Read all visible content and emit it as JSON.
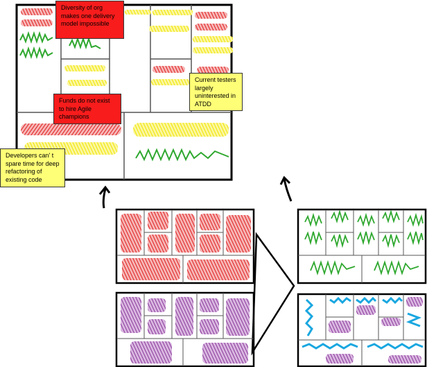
{
  "notes": {
    "diversity": "Diversity of org makes one delivery model impossible",
    "funds": "Funds do not exist to hire Agile champions",
    "testers": "Current testers largely uninterested in ATDD",
    "developers": "Developers can' t spare time for deep refactoring of existing code"
  },
  "colors": {
    "red": "#e02020",
    "yellow": "#f2ea00",
    "green": "#2fa82f",
    "purple": "#8a3a9a",
    "blue": "#1aa7e0",
    "red_note": "#f81c1c",
    "yellow_note": "#ffff77"
  }
}
